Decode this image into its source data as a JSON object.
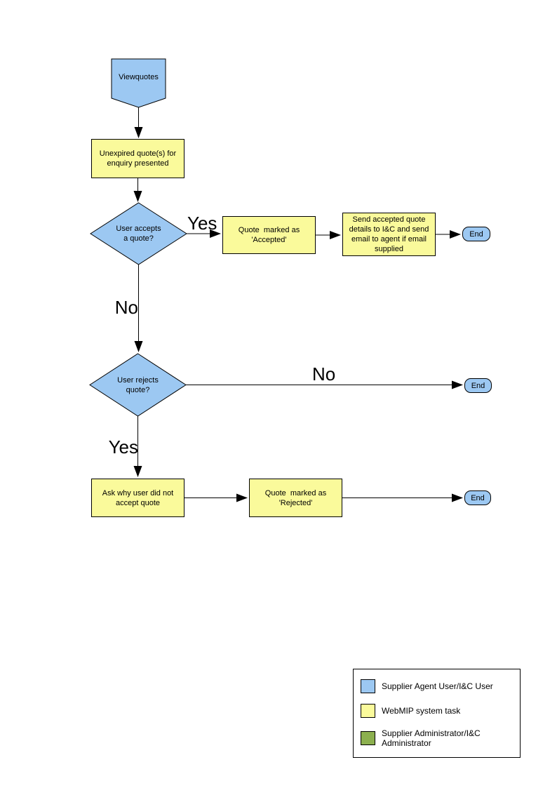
{
  "colors": {
    "actor_blue": "#9CC8F2",
    "task_yellow": "#FAFA9B",
    "admin_green": "#8CB04F",
    "line_black": "#000000",
    "page_background": "#FFFFFF"
  },
  "diagram": {
    "nodes": {
      "start": {
        "label": "Viewquotes"
      },
      "unexpired": {
        "label": "Unexpired quote(s) for\nenquiry presented"
      },
      "accept_decision": {
        "label": "User accepts\na quote?"
      },
      "accepted": {
        "label": "Quote  marked as\n'Accepted'"
      },
      "send_details": {
        "label": "Send accepted quote\ndetails to I&C and send\nemail to agent if email\nsupplied"
      },
      "end_accept": {
        "label": "End"
      },
      "reject_decision": {
        "label": "User rejects\nquote?"
      },
      "end_reject_no": {
        "label": "End"
      },
      "ask_why": {
        "label": "Ask why user did not\naccept quote"
      },
      "rejected": {
        "label": "Quote  marked as\n'Rejected'"
      },
      "end_rejected": {
        "label": "End"
      }
    },
    "edge_labels": {
      "accept_yes": "Yes",
      "accept_no": "No",
      "reject_no": "No",
      "reject_yes": "Yes"
    }
  },
  "legend": {
    "items": [
      {
        "label": "Supplier Agent User/I&C User",
        "color": "#9CC8F2"
      },
      {
        "label": "WebMIP system task",
        "color": "#FAFA9B"
      },
      {
        "label": "Supplier Administrator/I&C Administrator",
        "color": "#8CB04F"
      }
    ]
  }
}
